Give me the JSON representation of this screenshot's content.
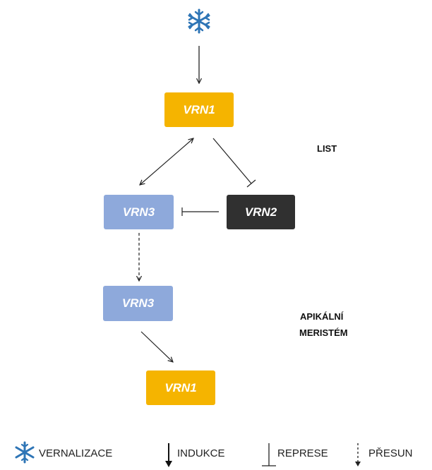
{
  "nodes": {
    "vrn1_top": {
      "label": "VRN1"
    },
    "vrn3_left": {
      "label": "VRN3"
    },
    "vrn2": {
      "label": "VRN2"
    },
    "vrn3_lower": {
      "label": "VRN3"
    },
    "vrn1_bottom": {
      "label": "VRN1"
    }
  },
  "regions": {
    "leaf": "LIST",
    "apical_line1": "APIKÁLNÍ",
    "apical_line2": "MERISTÉM"
  },
  "legend": {
    "vernalization": "VERNALIZACE",
    "induction": "INDUKCE",
    "repression": "REPRESE",
    "transport": "PŘESUN"
  },
  "colors": {
    "vrn1": "#f5b400",
    "vrn3": "#8ea9db",
    "vrn2": "#303030",
    "snowflake": "#2e75b6"
  },
  "icons": [
    "snowflake-icon",
    "arrow-icon",
    "repression-bar-icon",
    "dashed-arrow-icon"
  ]
}
